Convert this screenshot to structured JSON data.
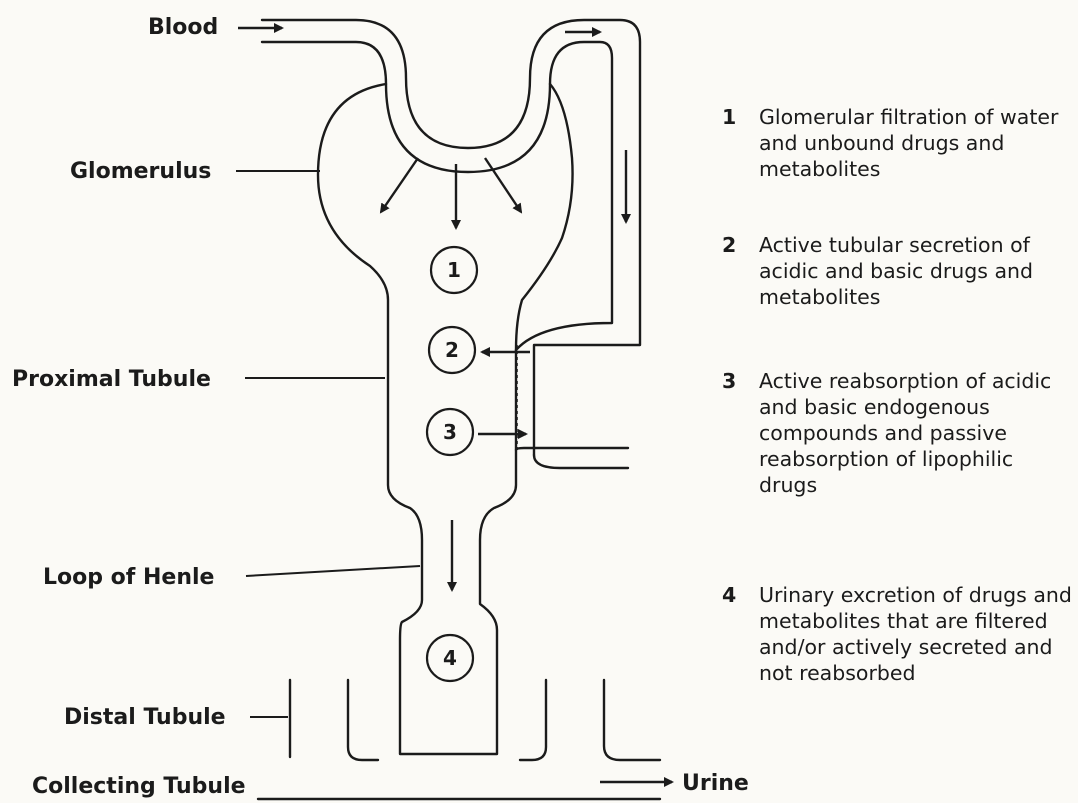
{
  "labels": {
    "blood": "Blood",
    "glomerulus": "Glomerulus",
    "proximal_tubule": "Proximal Tubule",
    "loop_of_henle": "Loop of Henle",
    "distal_tubule": "Distal Tubule",
    "collecting_tubule": "Collecting Tubule",
    "urine": "Urine"
  },
  "circles": [
    "1",
    "2",
    "3",
    "4"
  ],
  "legend": [
    {
      "num": "1",
      "text": "Glomerular filtration of water and unbound drugs and metabolites"
    },
    {
      "num": "2",
      "text": "Active tubular secretion of acidic and basic drugs and metabolites"
    },
    {
      "num": "3",
      "text": "Active reabsorption of acidic and basic endogenous compounds and passive reabsorption of lipophilic drugs"
    },
    {
      "num": "4",
      "text": "Urinary excretion of drugs and metabolites that are filtered and/or actively secreted and not reabsorbed"
    }
  ]
}
